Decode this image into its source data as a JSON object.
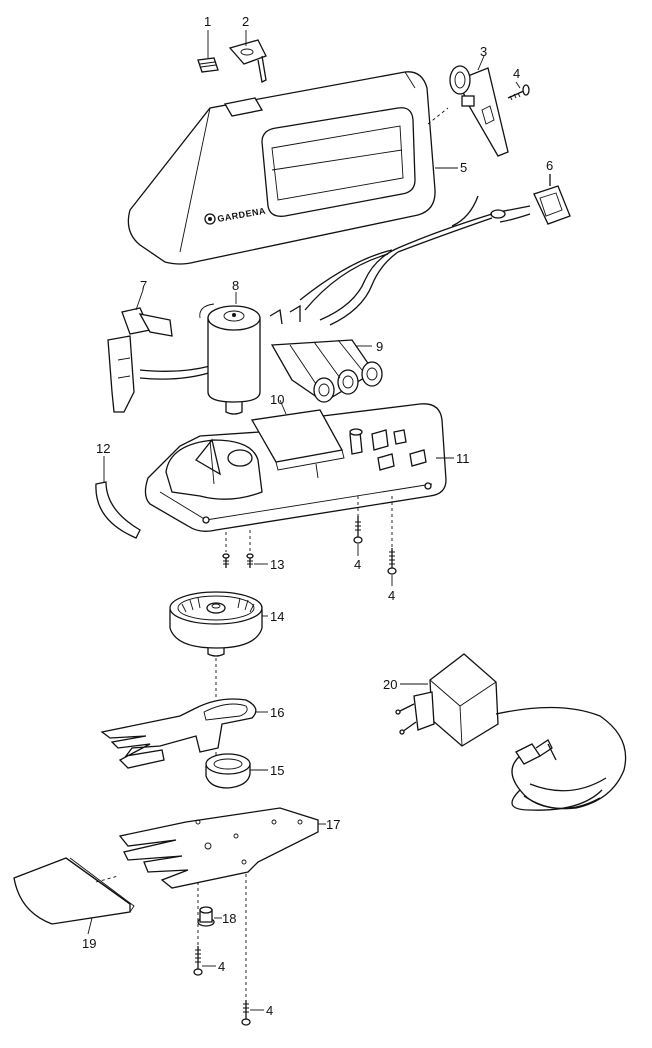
{
  "brand_text": "GARDENA",
  "labels": {
    "p1": "1",
    "p2": "2",
    "p3": "3",
    "p4a": "4",
    "p5": "5",
    "p6": "6",
    "p7": "7",
    "p8": "8",
    "p9": "9",
    "p10": "10",
    "p11": "11",
    "p12": "12",
    "p13": "13",
    "p4b": "4",
    "p4c": "4",
    "p14": "14",
    "p20": "20",
    "p16": "16",
    "p15": "15",
    "p17": "17",
    "p18": "18",
    "p19": "19",
    "p4d": "4",
    "p4e": "4"
  }
}
